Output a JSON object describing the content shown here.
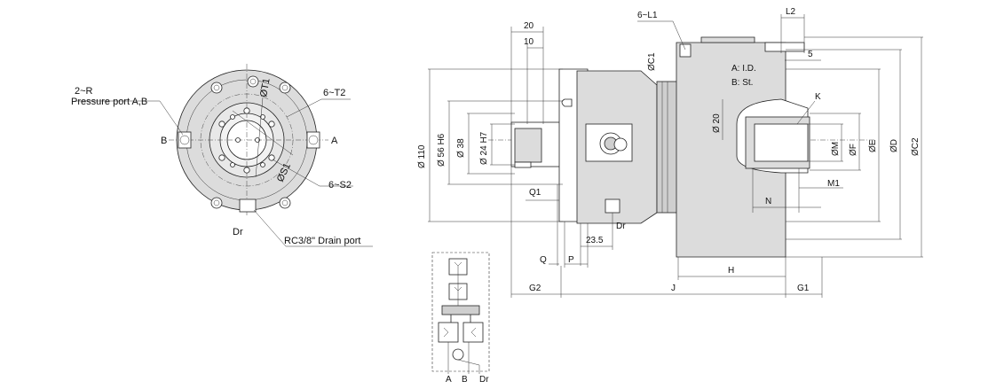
{
  "front_view": {
    "label_pressure_r": "2~R",
    "label_pressure_port": "Pressure port A,B",
    "label_t1": "ØT1",
    "label_t2": "6~T2",
    "label_b": "B",
    "label_a": "A",
    "label_s1": "ØS1",
    "label_s2": "6~S2",
    "label_dr": "Dr",
    "label_drain": "RC3/8\" Drain port"
  },
  "side_view": {
    "dim_20_top": "20",
    "dim_10": "10",
    "dim_l1": "6~L1",
    "dim_c1": "ØC1",
    "dim_l2": "L2",
    "dim_5": "5",
    "note_a": "A: I.D.",
    "note_b": "B: St.",
    "dim_110": "Ø 110",
    "dim_56": "Ø 56  H6",
    "dim_38": "Ø 38",
    "dim_24": "Ø 24 H7",
    "dim_20_mid": "Ø 20",
    "dim_k": "K",
    "dim_m": "ØM",
    "dim_f": "ØF",
    "dim_e": "ØE",
    "dim_d": "ØD",
    "dim_c2": "ØC2",
    "dim_q1": "Q1",
    "dim_m1": "M1",
    "dim_n": "N",
    "dim_dr": "Dr",
    "dim_23_5": "23.5",
    "dim_q": "Q",
    "dim_p": "P",
    "dim_h": "H",
    "dim_g2": "G2",
    "dim_j": "J",
    "dim_g1": "G1"
  },
  "hydraulic": {
    "port_a": "A",
    "port_b": "B",
    "port_dr": "Dr"
  }
}
